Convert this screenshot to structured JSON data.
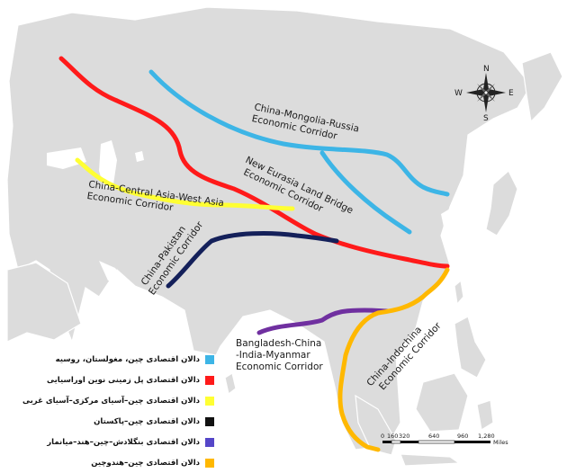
{
  "corridors": [
    {
      "id": "cmr",
      "name": "China-Mongolia-Russia Economic Corridor",
      "color": "#3db5e6"
    },
    {
      "id": "nelb",
      "name": "New Eurasia Land Bridge Economic Corridor",
      "color": "#ff1a1a"
    },
    {
      "id": "ccwa",
      "name": "China-Central Asia-West Asia Economic Corridor",
      "color": "#ffff33"
    },
    {
      "id": "cp",
      "name": "China-Pakistan Economic Corridor",
      "color": "#14205a"
    },
    {
      "id": "bcim",
      "name": "Bangladesh-China-India-Myanmar Economic Corridor",
      "color": "#7030a0"
    },
    {
      "id": "cic",
      "name": "China-Indochina Economic Corridor",
      "color": "#ffb800"
    }
  ],
  "map_labels": {
    "cmr_1": "China-Mongolia-Russia",
    "cmr_2": "Economic Corridor",
    "nelb_1": "New Eurasia Land Bridge",
    "nelb_2": "Economic Corridor",
    "ccwa_1": "China-Central Asia-West Asia",
    "ccwa_2": "Economic Corridor",
    "cp_1": "China-Pakistan",
    "cp_2": "Economic Corridor",
    "bcim_1": "Bangladesh-China",
    "bcim_2": "-India-Myanmar",
    "bcim_3": "Economic Corridor",
    "cic_1": "China-Indochina",
    "cic_2": "Economic Corridor"
  },
  "compass": {
    "n": "N",
    "s": "S",
    "e": "E",
    "w": "W"
  },
  "scale": {
    "ticks": [
      "0",
      "160",
      "320",
      "640",
      "960",
      "1,280"
    ],
    "unit": "Miles"
  },
  "legend": [
    {
      "color": "#3db5e6",
      "text": "دالان اقتصادی چین، مغولستان، روسیه"
    },
    {
      "color": "#ff1a1a",
      "text": "دالان اقتصادی پل زمینی نوین اوراسیایی"
    },
    {
      "color": "#ffff33",
      "text": "دالان اقتصادی چین–آسیای مرکزی–آسیای غربی"
    },
    {
      "color": "#111111",
      "text": "دالان اقتصادی چین–پاکستان"
    },
    {
      "color": "#5546c8",
      "text": "دالان اقتصادی بنگلادش–چین–هند–میانمار"
    },
    {
      "color": "#ffb800",
      "text": "دالان اقتصادی چین–هندوچین"
    }
  ]
}
